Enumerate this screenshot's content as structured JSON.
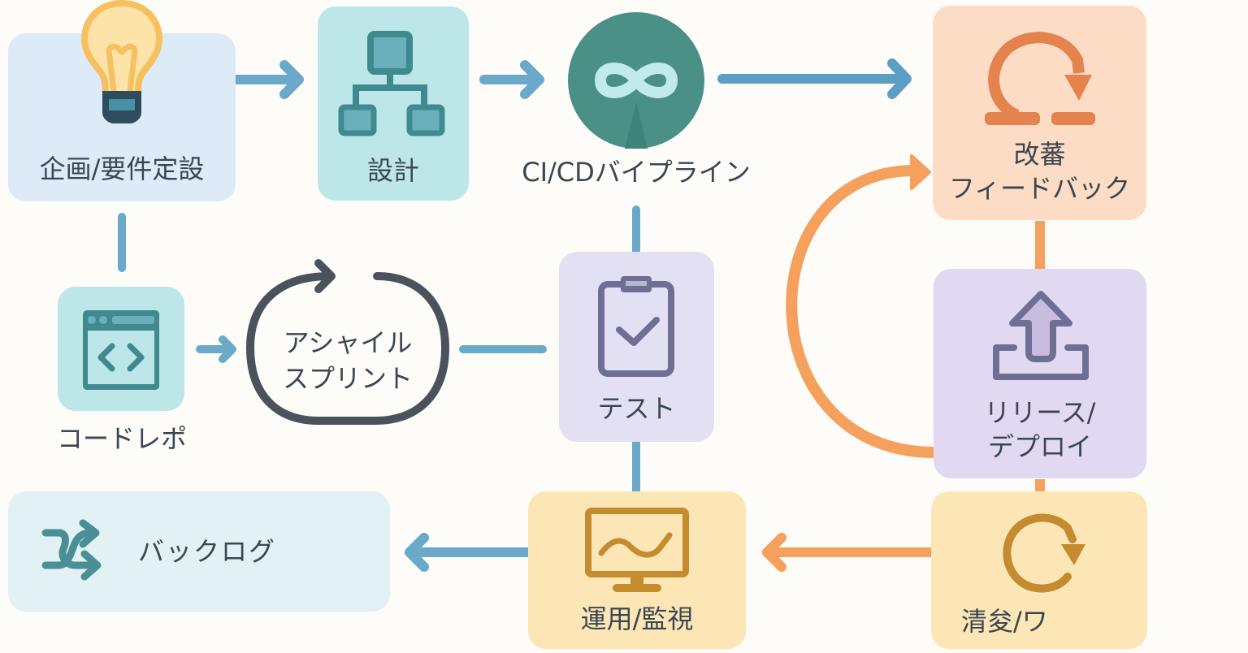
{
  "diagram": {
    "title": "",
    "colors": {
      "background": "#fdfcf9",
      "text": "#3a4651",
      "connector_blue": "#6aa9c9",
      "connector_orange": "#f5a05c",
      "planning_bg": "#dcebf7",
      "design_bg": "#bce6e8",
      "cicd_circle": "#4a9086",
      "feedback_bg": "#fddcc6",
      "test_bg": "#e3e0f4",
      "release_bg": "#e1d9f1",
      "backlog_bg": "#e1f1f4",
      "ops_bg": "#fde6b6",
      "cleanup_bg": "#fde6b6"
    },
    "nodes": [
      {
        "id": "planning",
        "label": "企画/要件定設",
        "icon": "lightbulb-icon"
      },
      {
        "id": "design",
        "label": "設計",
        "icon": "hierarchy-icon"
      },
      {
        "id": "cicd",
        "label": "CI/CDバイプライン",
        "icon": "infinity-icon"
      },
      {
        "id": "feedback",
        "label_line1": "改蕃",
        "label_line2": "フィードバック",
        "icon": "retry-loop-icon"
      },
      {
        "id": "code-repo",
        "label": "コードレポ",
        "icon": "code-window-icon"
      },
      {
        "id": "sprint",
        "label_line1": "アシャイル",
        "label_line2": "スプリント",
        "icon": "cycle-arrow-icon"
      },
      {
        "id": "test",
        "label": "テスト",
        "icon": "clipboard-check-icon"
      },
      {
        "id": "release",
        "label_line1": "リリース/",
        "label_line2": "デプロイ",
        "icon": "upload-icon"
      },
      {
        "id": "backlog",
        "label": "バックログ",
        "icon": "shuffle-icon"
      },
      {
        "id": "ops",
        "label": "運用/監視",
        "icon": "monitor-chart-icon"
      },
      {
        "id": "cleanup",
        "label": "清夋/ワ",
        "icon": "refresh-icon"
      }
    ],
    "edges": [
      {
        "from": "planning",
        "to": "design",
        "style": "arrow",
        "color": "blue"
      },
      {
        "from": "design",
        "to": "cicd",
        "style": "arrow",
        "color": "blue"
      },
      {
        "from": "cicd",
        "to": "feedback",
        "style": "arrow",
        "color": "blue"
      },
      {
        "from": "planning",
        "to": "code-repo",
        "style": "line",
        "color": "blue"
      },
      {
        "from": "code-repo",
        "to": "sprint",
        "style": "arrow",
        "color": "blue"
      },
      {
        "from": "sprint",
        "to": "test",
        "style": "line",
        "color": "blue"
      },
      {
        "from": "cicd",
        "to": "test",
        "style": "line",
        "color": "blue"
      },
      {
        "from": "test",
        "to": "ops",
        "style": "line",
        "color": "blue"
      },
      {
        "from": "ops",
        "to": "backlog",
        "style": "arrow",
        "color": "blue"
      },
      {
        "from": "feedback",
        "to": "release",
        "style": "line",
        "color": "orange"
      },
      {
        "from": "release",
        "to": "feedback",
        "style": "curved-arrow",
        "color": "orange"
      },
      {
        "from": "release",
        "to": "cleanup",
        "style": "line",
        "color": "orange"
      },
      {
        "from": "cleanup",
        "to": "ops",
        "style": "arrow",
        "color": "orange"
      }
    ]
  }
}
